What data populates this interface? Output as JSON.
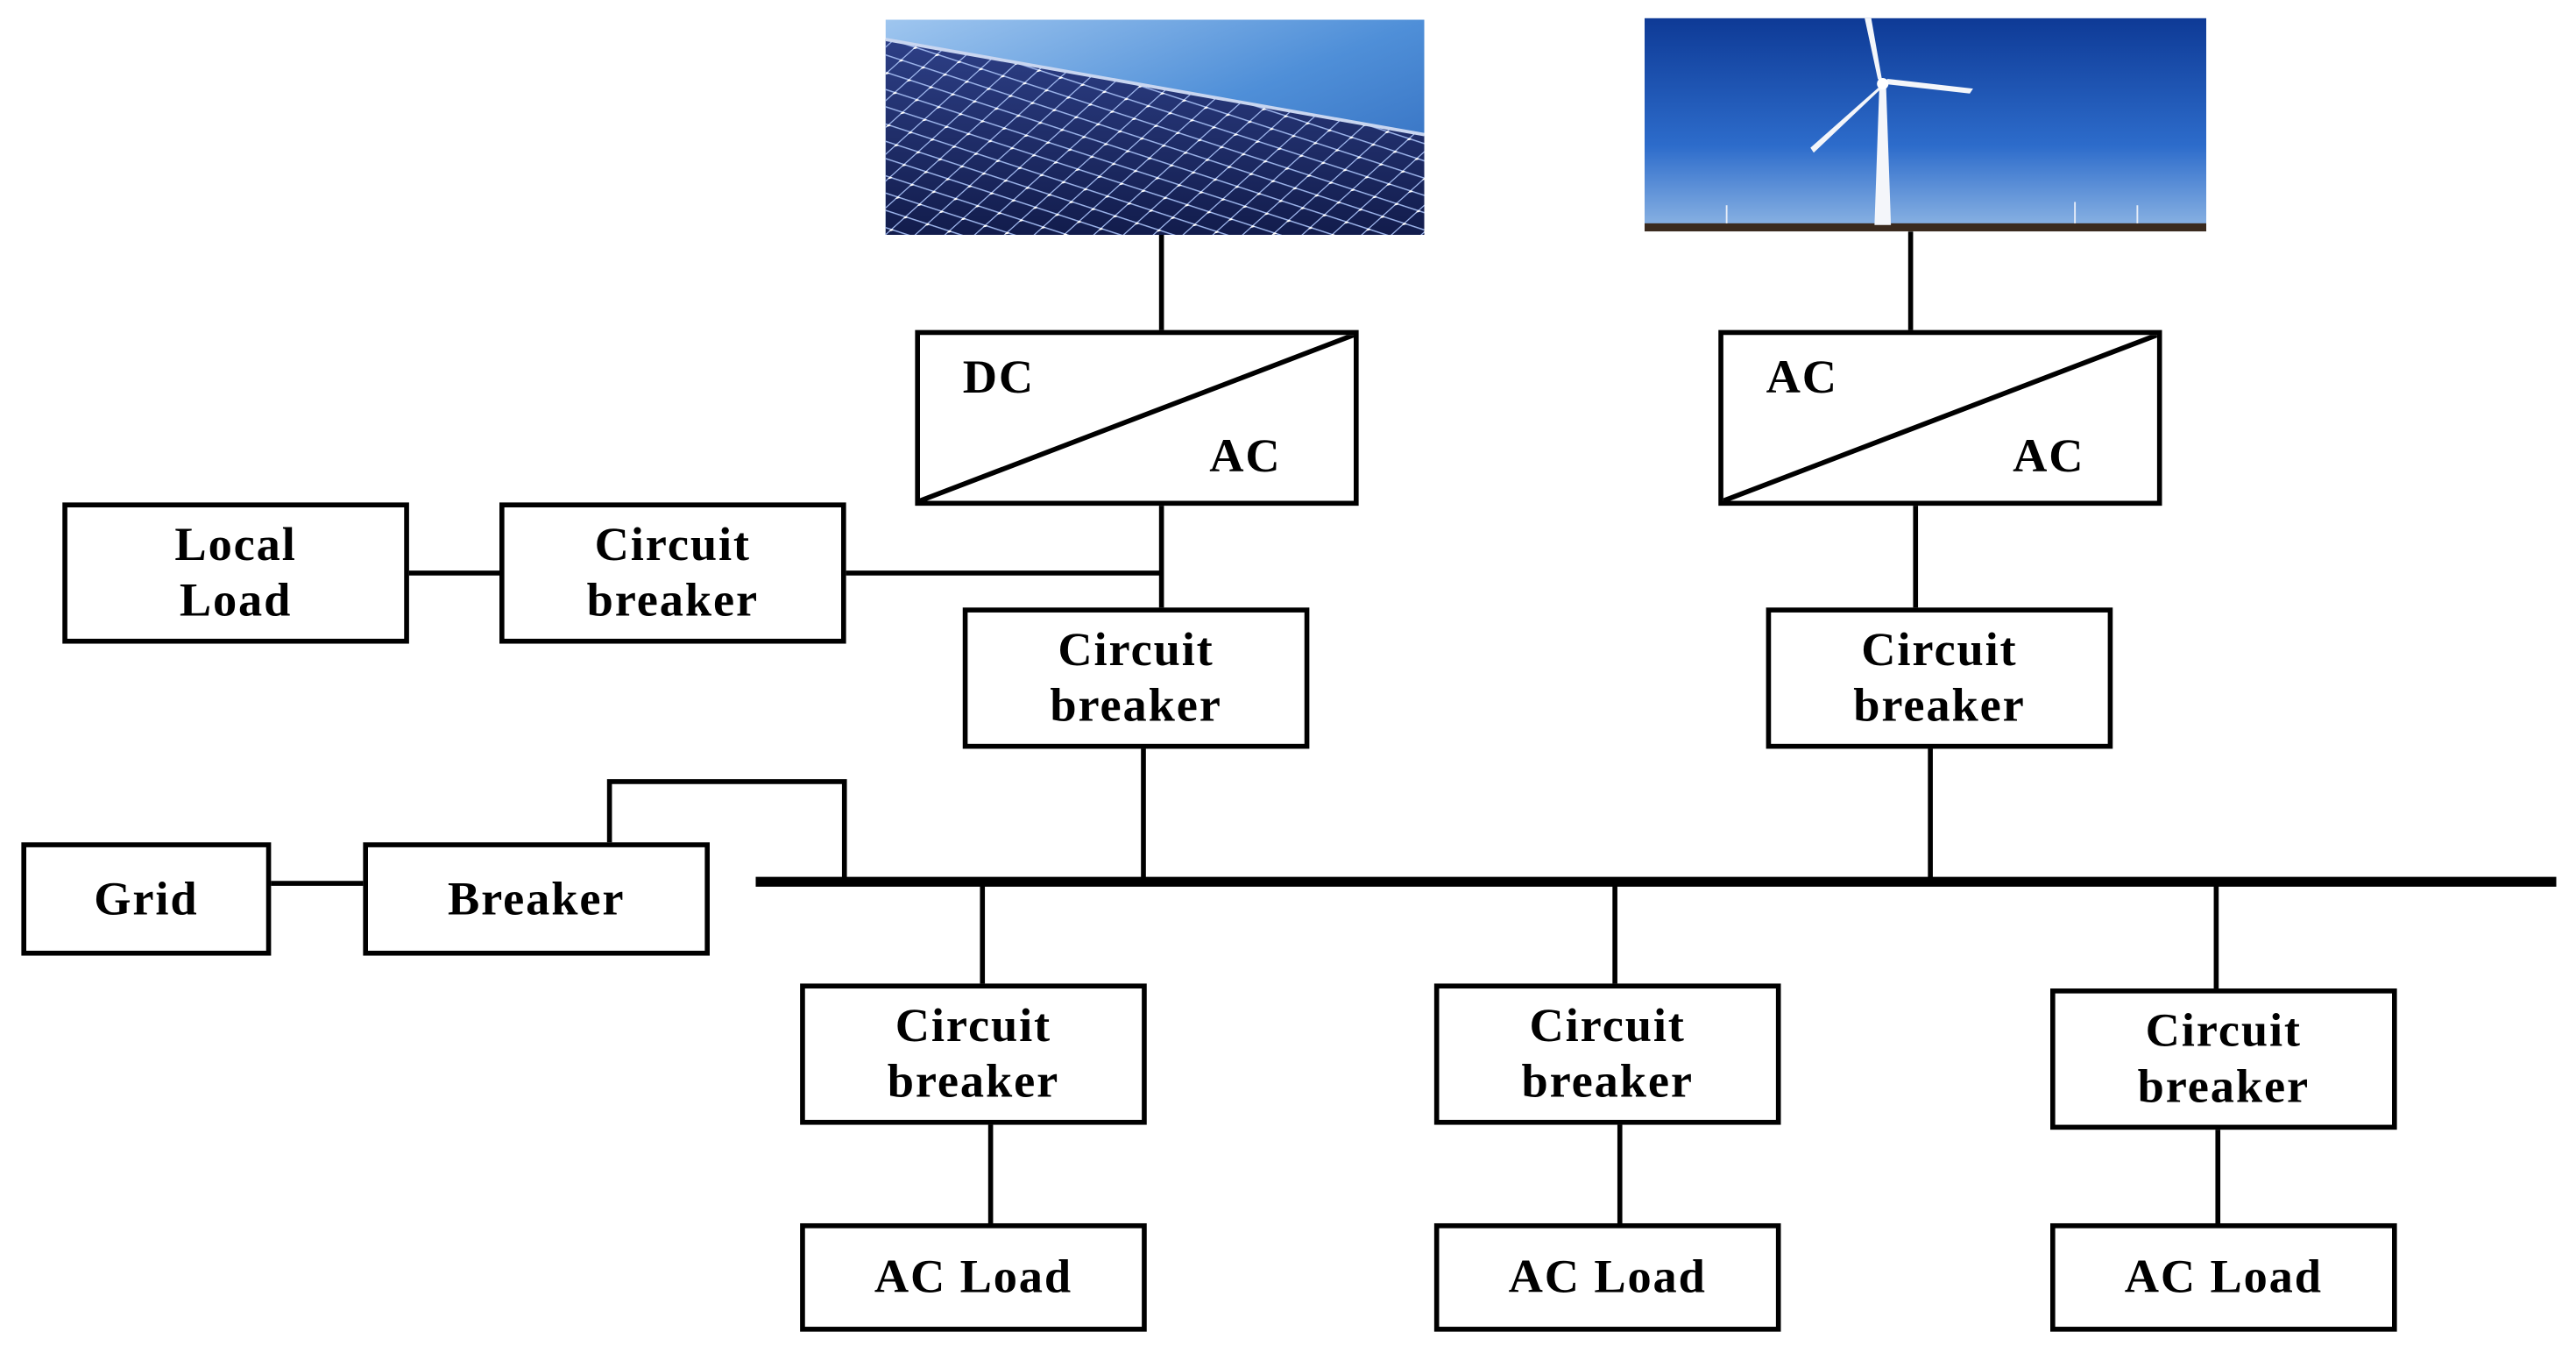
{
  "images": {
    "solar": "solar-panel-photo",
    "wind": "wind-turbine-photo"
  },
  "converters": {
    "pv": {
      "input": "DC",
      "output": "AC"
    },
    "wind": {
      "input": "AC",
      "output": "AC"
    }
  },
  "local_load": {
    "line1": "Local",
    "line2": "Load"
  },
  "breakers": {
    "local": {
      "line1": "Circuit",
      "line2": "breaker"
    },
    "pv": {
      "line1": "Circuit",
      "line2": "breaker"
    },
    "wind": {
      "line1": "Circuit",
      "line2": "breaker"
    },
    "load1": {
      "line1": "Circuit",
      "line2": "breaker"
    },
    "load2": {
      "line1": "Circuit",
      "line2": "breaker"
    },
    "load3": {
      "line1": "Circuit",
      "line2": "breaker"
    }
  },
  "grid": {
    "label": "Grid"
  },
  "grid_breaker": {
    "label": "Breaker"
  },
  "loads": [
    {
      "label": "AC Load"
    },
    {
      "label": "AC Load"
    },
    {
      "label": "AC Load"
    }
  ]
}
